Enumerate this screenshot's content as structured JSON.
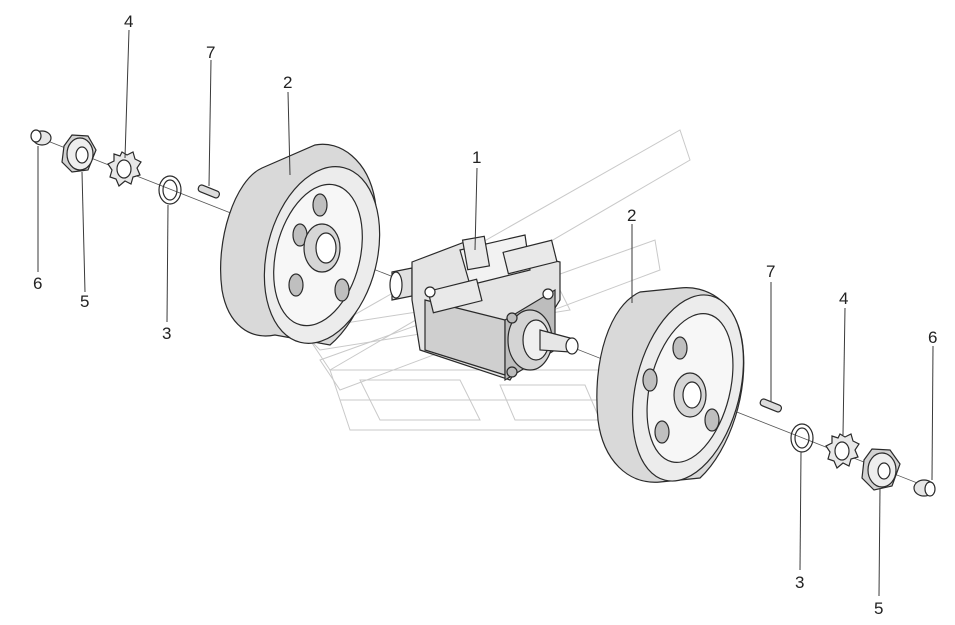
{
  "diagram": {
    "colors": {
      "ink": "#2a2a2a",
      "shade": "#d9d9d9",
      "watermark": "#c9c9c9",
      "background": "#ffffff"
    },
    "callouts": {
      "left_nut_cap": "6",
      "left_nut": "5",
      "left_lock_washer": "4",
      "left_snap_ring": "3",
      "left_key": "7",
      "left_wheel": "2",
      "center_body": "1",
      "right_wheel": "2",
      "right_key": "7",
      "right_lock_washer": "4",
      "right_nut_cap": "6",
      "right_snap_ring": "3",
      "right_nut": "5"
    }
  }
}
